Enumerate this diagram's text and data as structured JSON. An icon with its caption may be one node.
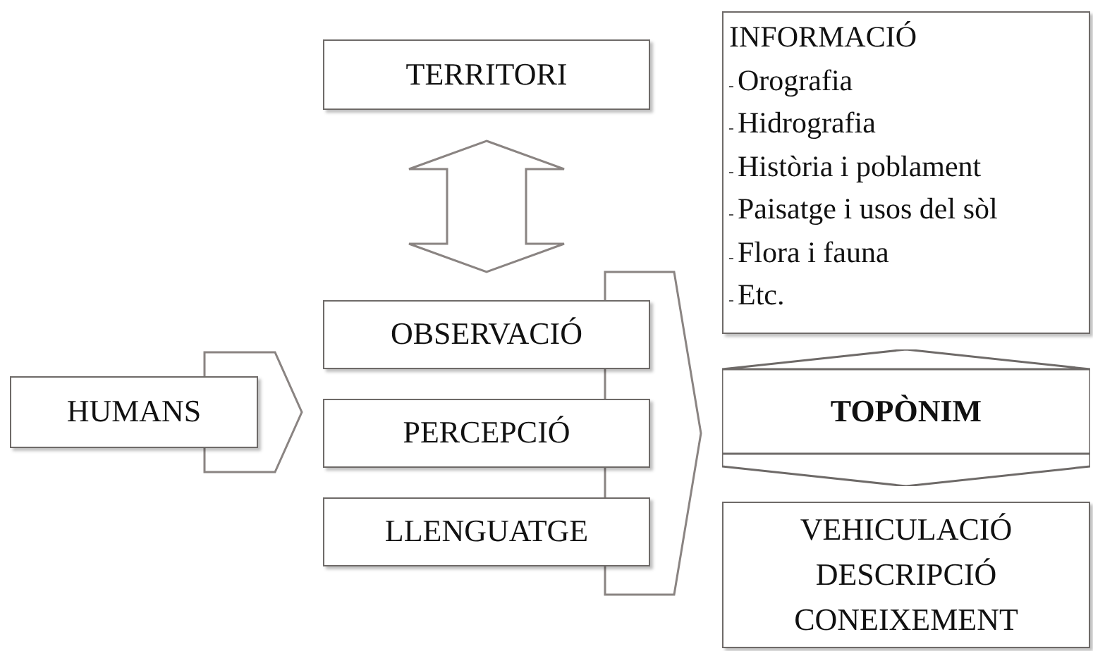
{
  "diagram": {
    "nodes": [
      {
        "text": [
          "TERRITORI"
        ]
      },
      {
        "text": [
          "INFORMACIÓ",
          "Orografia",
          "Hidrografia",
          "Història i poblament",
          "Paisatge i usos del sòl",
          "Flora i fauna",
          "Etc."
        ]
      },
      {
        "text": [
          "OBSERVACIÓ"
        ]
      },
      {
        "text": [
          "HUMANS"
        ]
      },
      {
        "text": [
          "PERCEPCIÓ"
        ]
      },
      {
        "text": [
          "TOPÒNIM"
        ]
      },
      {
        "text": [
          "LLENGUATGE"
        ]
      },
      {
        "text": [
          "VEHICULACIÓ DESCRIPCIÓ CONEIXEMENT"
        ]
      }
    ],
    "edges": [
      {
        "from": 0,
        "to": 2,
        "arrow": "both"
      },
      {
        "from": 3,
        "to": 4,
        "arrow": "to"
      },
      {
        "from": 2,
        "to": 5,
        "arrow": "to"
      },
      {
        "from": 4,
        "to": 5,
        "arrow": "to"
      },
      {
        "from": 6,
        "to": 5,
        "arrow": "to"
      }
    ]
  }
}
